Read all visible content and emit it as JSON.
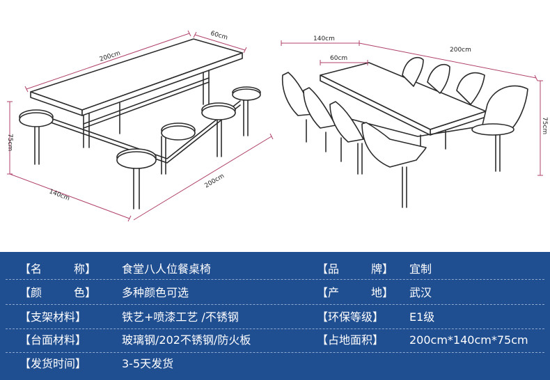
{
  "dimensions": {
    "left_view": {
      "width": "200cm",
      "depth": "60cm",
      "height": "75cm",
      "side": "140cm",
      "length_diag": "200cm"
    },
    "right_view": {
      "side": "140cm",
      "width": "60cm",
      "length": "200cm",
      "height": "75cm"
    }
  },
  "colors": {
    "spec_background": "#1f4e91",
    "dimension_line": "#b0406a",
    "text": "#ffffff"
  },
  "specs": [
    {
      "left": {
        "label": [
          "【名",
          "称】"
        ],
        "value": "食堂八人位餐桌椅"
      },
      "right": {
        "label": [
          "【品",
          "牌】"
        ],
        "value": "宜制"
      }
    },
    {
      "left": {
        "label": [
          "【颜",
          "色】"
        ],
        "value": "多种颜色可选"
      },
      "right": {
        "label": [
          "【产",
          "地】"
        ],
        "value": "武汉"
      }
    },
    {
      "left": {
        "label": [
          "【支架材料】"
        ],
        "value": "铁艺+喷漆工艺 /不锈钢"
      },
      "right": {
        "label": [
          "【环保等级】"
        ],
        "value": "E1级"
      }
    },
    {
      "left": {
        "label": [
          "【台面材料】"
        ],
        "value": "玻璃钢/202不锈钢/防火板"
      },
      "right": {
        "label": [
          "【占地面积】"
        ],
        "value": "200cm*140cm*75cm"
      }
    },
    {
      "left": {
        "label": [
          "【发货时间】"
        ],
        "value": "3-5天发货"
      },
      "right": null
    }
  ]
}
